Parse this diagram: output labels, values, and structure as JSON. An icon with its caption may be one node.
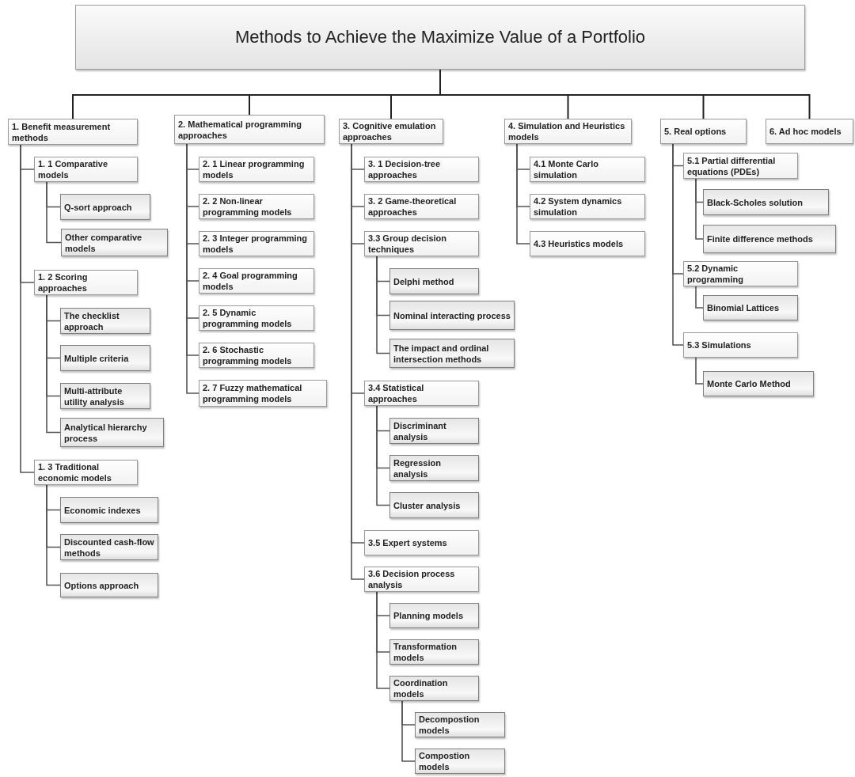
{
  "diagram": {
    "nodes": [
      {
        "text": [
          "Methods to Achieve the Maximize Value of a Portfolio"
        ]
      },
      {
        "text": [
          "1. Benefit measurement methods"
        ]
      },
      {
        "text": [
          "1. 1 Comparative models"
        ]
      },
      {
        "text": [
          "Q-sort approach"
        ]
      },
      {
        "text": [
          "Other comparative models"
        ]
      },
      {
        "text": [
          "1. 2 Scoring approaches"
        ]
      },
      {
        "text": [
          "The checklist approach"
        ]
      },
      {
        "text": [
          "Multiple criteria"
        ]
      },
      {
        "text": [
          "Multi-attribute utility analysis"
        ]
      },
      {
        "text": [
          "Analytical hierarchy process"
        ]
      },
      {
        "text": [
          "1. 3 Traditional economic models"
        ]
      },
      {
        "text": [
          "Economic indexes"
        ]
      },
      {
        "text": [
          "Discounted cash-flow methods"
        ]
      },
      {
        "text": [
          "Options approach"
        ]
      },
      {
        "text": [
          "2. Mathematical programming approaches"
        ]
      },
      {
        "text": [
          "2. 1 Linear programming models"
        ]
      },
      {
        "text": [
          "2. 2 Non-linear programming models"
        ]
      },
      {
        "text": [
          "2. 3 Integer programming models"
        ]
      },
      {
        "text": [
          "2. 4 Goal programming models"
        ]
      },
      {
        "text": [
          "2. 5 Dynamic programming models"
        ]
      },
      {
        "text": [
          "2. 6 Stochastic programming models"
        ]
      },
      {
        "text": [
          "2. 7 Fuzzy mathematical programming models"
        ]
      },
      {
        "text": [
          "3. Cognitive emulation approaches"
        ]
      },
      {
        "text": [
          "3. 1 Decision-tree approaches"
        ]
      },
      {
        "text": [
          "3. 2 Game-theoretical approaches"
        ]
      },
      {
        "text": [
          "3.3 Group decision techniques"
        ]
      },
      {
        "text": [
          "Delphi method"
        ]
      },
      {
        "text": [
          "Nominal interacting process"
        ]
      },
      {
        "text": [
          "The impact and ordinal intersection methods"
        ]
      },
      {
        "text": [
          "3.4 Statistical approaches"
        ]
      },
      {
        "text": [
          "Discriminant analysis"
        ]
      },
      {
        "text": [
          "Regression analysis"
        ]
      },
      {
        "text": [
          "Cluster analysis"
        ]
      },
      {
        "text": [
          "3.5 Expert systems"
        ]
      },
      {
        "text": [
          "3.6 Decision process analysis"
        ]
      },
      {
        "text": [
          "Planning models"
        ]
      },
      {
        "text": [
          "Transformation models"
        ]
      },
      {
        "text": [
          "Coordination models"
        ]
      },
      {
        "text": [
          "Decompostion models"
        ]
      },
      {
        "text": [
          "Compostion models"
        ]
      },
      {
        "text": [
          "4. Simulation and Heuristics models"
        ]
      },
      {
        "text": [
          "4.1 Monte Carlo simulation"
        ]
      },
      {
        "text": [
          "4.2 System dynamics simulation"
        ]
      },
      {
        "text": [
          "4.3 Heuristics models"
        ]
      },
      {
        "text": [
          "5. Real options"
        ]
      },
      {
        "text": [
          "5.1 Partial differential equations (PDEs)"
        ]
      },
      {
        "text": [
          "Black-Scholes solution"
        ]
      },
      {
        "text": [
          "Finite difference methods"
        ]
      },
      {
        "text": [
          "5.2 Dynamic programming"
        ]
      },
      {
        "text": [
          "Binomial Lattices"
        ]
      },
      {
        "text": [
          "5.3 Simulations"
        ]
      },
      {
        "text": [
          "Monte Carlo Method"
        ]
      },
      {
        "text": [
          "6. Ad hoc models"
        ]
      }
    ],
    "edges": [
      {
        "from": 0,
        "to": 1,
        "arrow": "none"
      },
      {
        "from": 0,
        "to": 14,
        "arrow": "none"
      },
      {
        "from": 0,
        "to": 22,
        "arrow": "none"
      },
      {
        "from": 0,
        "to": 40,
        "arrow": "none"
      },
      {
        "from": 0,
        "to": 44,
        "arrow": "none"
      },
      {
        "from": 0,
        "to": 52,
        "arrow": "none"
      },
      {
        "from": 1,
        "to": 2,
        "arrow": "none"
      },
      {
        "from": 1,
        "to": 5,
        "arrow": "none"
      },
      {
        "from": 1,
        "to": 10,
        "arrow": "none"
      },
      {
        "from": 2,
        "to": 3,
        "arrow": "none"
      },
      {
        "from": 2,
        "to": 4,
        "arrow": "none"
      },
      {
        "from": 5,
        "to": 6,
        "arrow": "none"
      },
      {
        "from": 5,
        "to": 7,
        "arrow": "none"
      },
      {
        "from": 5,
        "to": 8,
        "arrow": "none"
      },
      {
        "from": 5,
        "to": 9,
        "arrow": "none"
      },
      {
        "from": 10,
        "to": 11,
        "arrow": "none"
      },
      {
        "from": 10,
        "to": 12,
        "arrow": "none"
      },
      {
        "from": 10,
        "to": 13,
        "arrow": "none"
      },
      {
        "from": 14,
        "to": 15,
        "arrow": "none"
      },
      {
        "from": 14,
        "to": 16,
        "arrow": "none"
      },
      {
        "from": 14,
        "to": 17,
        "arrow": "none"
      },
      {
        "from": 14,
        "to": 18,
        "arrow": "none"
      },
      {
        "from": 14,
        "to": 19,
        "arrow": "none"
      },
      {
        "from": 14,
        "to": 20,
        "arrow": "none"
      },
      {
        "from": 14,
        "to": 21,
        "arrow": "none"
      },
      {
        "from": 22,
        "to": 23,
        "arrow": "none"
      },
      {
        "from": 22,
        "to": 24,
        "arrow": "none"
      },
      {
        "from": 22,
        "to": 25,
        "arrow": "none"
      },
      {
        "from": 25,
        "to": 26,
        "arrow": "none"
      },
      {
        "from": 25,
        "to": 27,
        "arrow": "none"
      },
      {
        "from": 25,
        "to": 28,
        "arrow": "none"
      },
      {
        "from": 22,
        "to": 29,
        "arrow": "none"
      },
      {
        "from": 29,
        "to": 30,
        "arrow": "none"
      },
      {
        "from": 29,
        "to": 31,
        "arrow": "none"
      },
      {
        "from": 29,
        "to": 32,
        "arrow": "none"
      },
      {
        "from": 22,
        "to": 33,
        "arrow": "none"
      },
      {
        "from": 22,
        "to": 34,
        "arrow": "none"
      },
      {
        "from": 34,
        "to": 35,
        "arrow": "none"
      },
      {
        "from": 34,
        "to": 36,
        "arrow": "none"
      },
      {
        "from": 34,
        "to": 37,
        "arrow": "none"
      },
      {
        "from": 37,
        "to": 38,
        "arrow": "none"
      },
      {
        "from": 37,
        "to": 39,
        "arrow": "none"
      },
      {
        "from": 40,
        "to": 41,
        "arrow": "none"
      },
      {
        "from": 40,
        "to": 42,
        "arrow": "none"
      },
      {
        "from": 40,
        "to": 43,
        "arrow": "none"
      },
      {
        "from": 44,
        "to": 45,
        "arrow": "none"
      },
      {
        "from": 45,
        "to": 46,
        "arrow": "none"
      },
      {
        "from": 45,
        "to": 47,
        "arrow": "none"
      },
      {
        "from": 44,
        "to": 48,
        "arrow": "none"
      },
      {
        "from": 48,
        "to": 49,
        "arrow": "none"
      },
      {
        "from": 44,
        "to": 50,
        "arrow": "none"
      },
      {
        "from": 50,
        "to": 51,
        "arrow": "none"
      }
    ]
  }
}
